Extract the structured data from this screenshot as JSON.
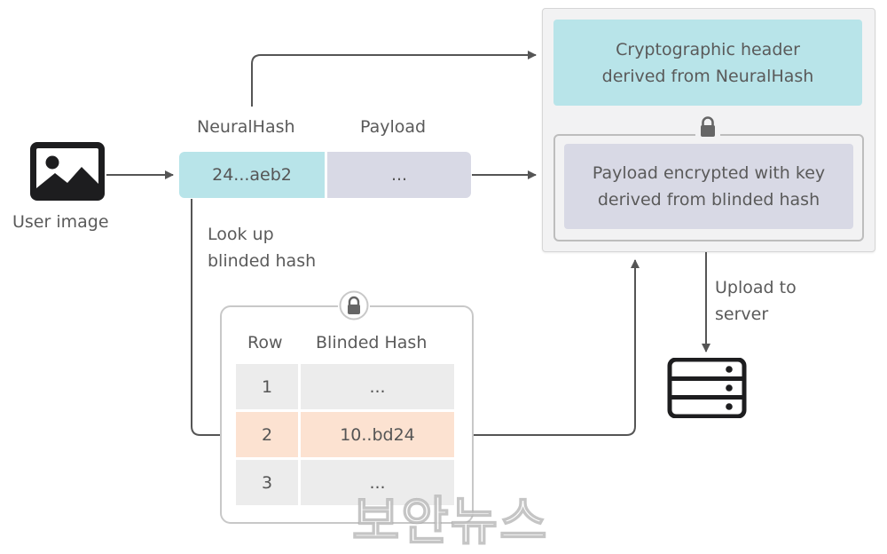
{
  "user_image": {
    "label": "User image"
  },
  "hash_bar": {
    "neuralhash_header": "NeuralHash",
    "payload_header": "Payload",
    "neuralhash_value": "24...aeb2",
    "payload_value": "..."
  },
  "lookup_label": {
    "line1": "Look up",
    "line2": "blinded hash"
  },
  "voucher": {
    "header_line1": "Cryptographic header",
    "header_line2": "derived from NeuralHash",
    "payload_line1": "Payload encrypted with key",
    "payload_line2": "derived from blinded hash"
  },
  "upload_label": {
    "line1": "Upload to",
    "line2": "server"
  },
  "blinded_table": {
    "col_row": "Row",
    "col_hash": "Blinded Hash",
    "rows": [
      {
        "row": "1",
        "hash": "..."
      },
      {
        "row": "2",
        "hash": "10..bd24",
        "highlighted": true
      },
      {
        "row": "3",
        "hash": "..."
      }
    ]
  },
  "watermark": "보안뉴스",
  "colors": {
    "teal": "#b8e4e9",
    "lavender": "#d8d9e5",
    "highlight": "#fce2d1",
    "arrow": "#555555"
  },
  "icons": [
    "image-icon",
    "lock-icon",
    "server-icon"
  ]
}
